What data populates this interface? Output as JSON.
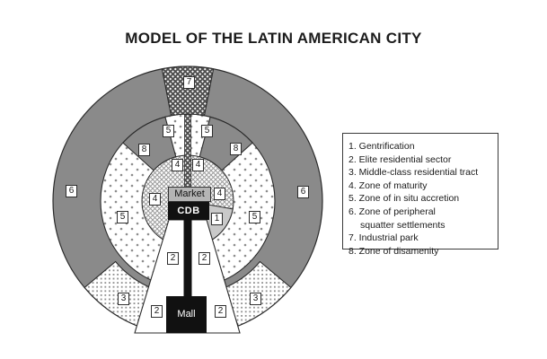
{
  "title": "MODEL OF THE LATIN AMERICAN CITY",
  "colors": {
    "zone_dark_gray": "#8a8a8a",
    "zone1_light_gray": "#c9c9c9",
    "market_gray": "#b4b4b4",
    "spine_black": "#111111"
  },
  "diagram": {
    "market_label": "Market",
    "cdb_label": "CDB",
    "mall_label": "Mall",
    "zones": {
      "z1": "1",
      "z2": "2",
      "z3": "3",
      "z4": "4",
      "z5": "5",
      "z6": "6",
      "z7": "7",
      "z8": "8"
    }
  },
  "legend": {
    "items": [
      "1. Gentrification",
      "2. Elite residential sector",
      "3. Middle-class residential tract",
      "4. Zone of maturity",
      "5. Zone of in situ accretion",
      "6. Zone of peripheral\nsquatter settlements",
      "7. Industrial park",
      "8. Zone of disamenity"
    ]
  }
}
